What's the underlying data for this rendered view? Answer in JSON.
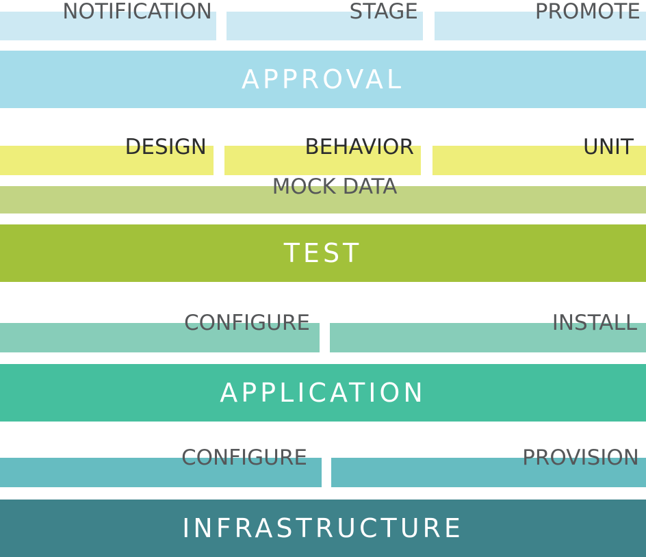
{
  "colors": {
    "approval_sub": "#cde9f3",
    "approval": "#a5dcea",
    "test_sub": "#eeee7a",
    "mock_data": "#c2d484",
    "test": "#a2c13a",
    "application_sub": "#87cdb9",
    "application": "#45bf9e",
    "infrastructure_sub": "#66bcc1",
    "infrastructure": "#3e828a"
  },
  "approval": {
    "title": "APPROVAL",
    "subs": [
      "NOTIFICATION",
      "STAGE",
      "PROMOTE"
    ]
  },
  "test": {
    "title": "TEST",
    "subs": [
      "DESIGN",
      "BEHAVIOR",
      "UNIT"
    ],
    "mock": "MOCK DATA"
  },
  "application": {
    "title": "APPLICATION",
    "subs": [
      "CONFIGURE",
      "INSTALL"
    ]
  },
  "infrastructure": {
    "title": "INFRASTRUCTURE",
    "subs": [
      "CONFIGURE",
      "PROVISION"
    ]
  }
}
